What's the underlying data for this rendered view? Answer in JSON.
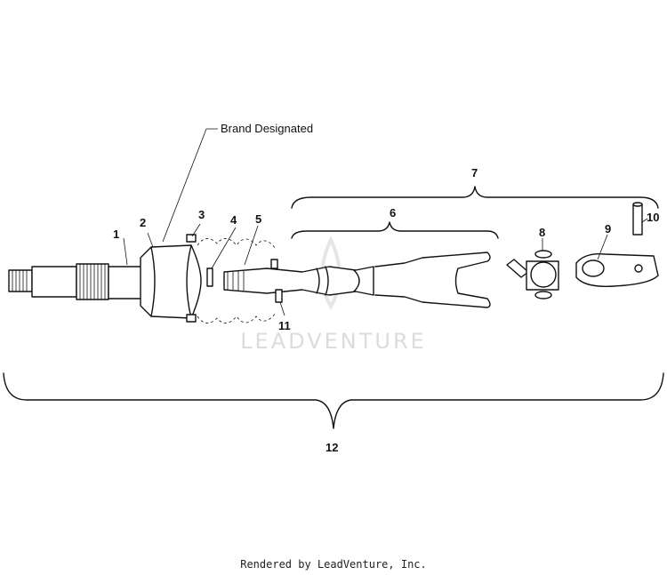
{
  "diagram": {
    "note_label": "Brand Designated",
    "callouts": {
      "c1": "1",
      "c2": "2",
      "c3": "3",
      "c4": "4",
      "c5": "5",
      "c6": "6",
      "c7": "7",
      "c8": "8",
      "c9": "9",
      "c10": "10",
      "c11": "11",
      "c12": "12"
    }
  },
  "watermark": {
    "brand": "LEADVENTURE"
  },
  "footer": {
    "text": "Rendered by LeadVenture, Inc."
  }
}
